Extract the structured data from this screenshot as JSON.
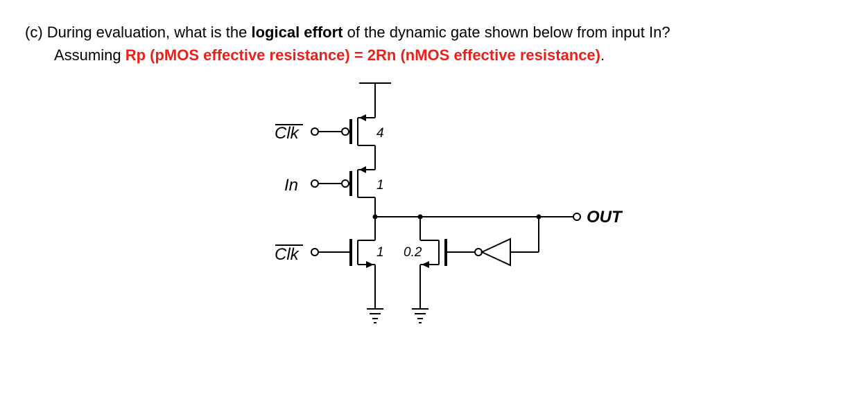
{
  "question": {
    "prefix": "(c) During evaluation, what is the ",
    "bold_term": "logical effort",
    "middle": " of the dynamic gate shown below from input In?",
    "line2_prefix": "Assuming ",
    "assumption": "Rp (pMOS effective resistance) = 2Rn (nMOS effective resistance)",
    "line2_suffix": "."
  },
  "circuit": {
    "clk_bar_top": "Clk",
    "in_label": "In",
    "clk_bar_bottom": "Clk",
    "out_label": "OUT",
    "pmos_clk_size": "4",
    "pmos_in_size": "1",
    "nmos_clk_size": "1",
    "keeper_size": "0.2"
  },
  "colors": {
    "emphasis": "#e8211b"
  }
}
